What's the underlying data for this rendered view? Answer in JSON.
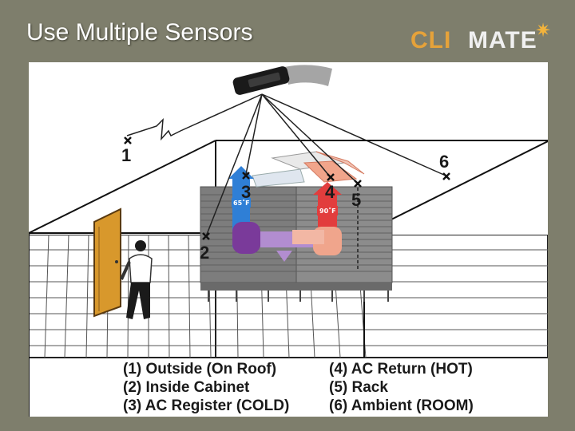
{
  "slide": {
    "title": "Use Multiple Sensors"
  },
  "logo": {
    "part1": "CLI",
    "part2": "MATE",
    "star": "✷",
    "colors": {
      "orange": "#e5a23a",
      "white": "#f0f0f0"
    }
  },
  "diagram": {
    "sensor_numbers": [
      "1",
      "2",
      "3",
      "4",
      "5",
      "6"
    ],
    "temperatures": {
      "cold": "65˚F",
      "hot": "90˚F"
    },
    "colors": {
      "cold": "#2f7fd6",
      "hot": "#e23d3d",
      "cold_mix": "#7a3a9a",
      "hot_mix": "#f0a58c"
    }
  },
  "legend": {
    "items": [
      "(1) Outside (On Roof)",
      "(2) Inside Cabinet",
      "(3) AC Register (COLD)",
      "(4) AC Return (HOT)",
      "(5) Rack",
      "(6) Ambient (ROOM)"
    ]
  }
}
